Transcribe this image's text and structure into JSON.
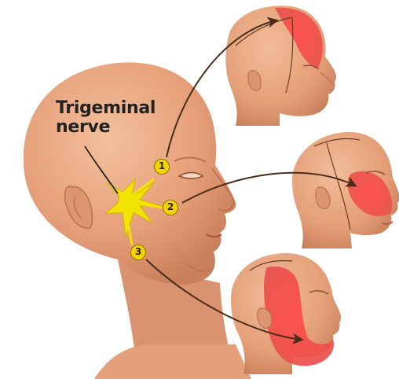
{
  "label": {
    "line1": "Trigeminal",
    "line2": "nerve"
  },
  "branches": [
    {
      "number": "1"
    },
    {
      "number": "2"
    },
    {
      "number": "3"
    }
  ],
  "colors": {
    "skin": "#e9a57c",
    "skin_shadow": "#c9805a",
    "pain_region": "#ee4b4b",
    "nerve": "#f2e400",
    "arrow": "#4a2c1a",
    "text": "#222222"
  },
  "icons": [
    "main-head",
    "small-head-forehead",
    "small-head-cheek",
    "small-head-jaw",
    "arrow"
  ]
}
